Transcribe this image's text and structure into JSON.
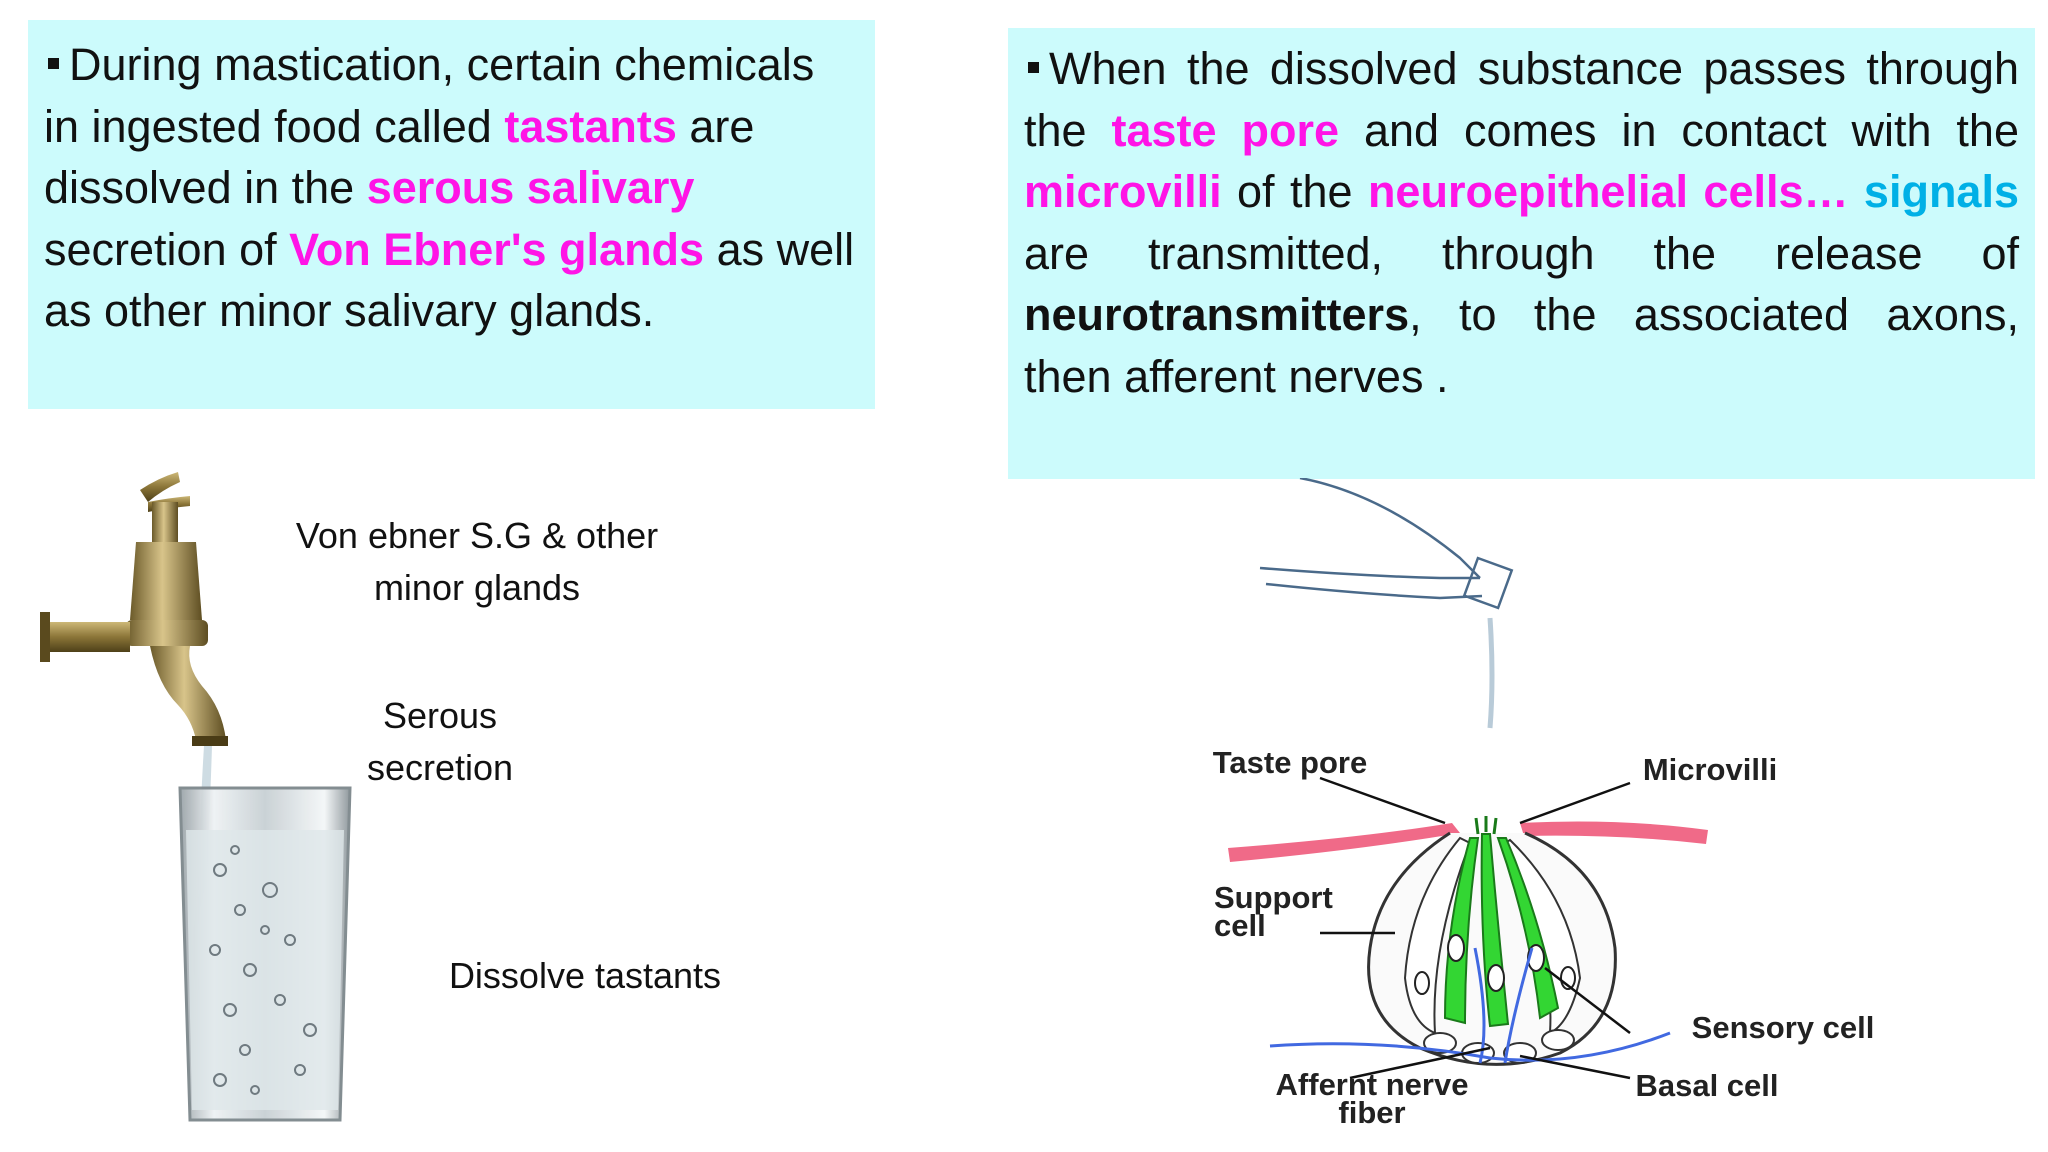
{
  "left_box": {
    "bullet": "▪",
    "t1": "During mastication, certain chemicals in ingested food called ",
    "tastants": "tastants",
    "t2": " are dissolved in the ",
    "serous": "serous salivary",
    "t3": " secretion of ",
    "vonebner": "Von Ebner's glands",
    "t4": " as well as other minor salivary glands."
  },
  "right_box": {
    "bullet": "▪",
    "t1": "When the dissolved substance passes through the ",
    "pore": "taste pore",
    "t2": " and comes in contact with the ",
    "microvilli": "microvilli",
    "t3": " of the ",
    "neuro": "neuroepithelial cells…",
    "t4": " ",
    "signals": "signals",
    "t5": " are transmitted, through the release of ",
    "neurotrans": "neurotransmitters",
    "t6": ", to the associated axons, then afferent nerves ."
  },
  "left_figure": {
    "label_glands_1": "Von ebner S.G & other",
    "label_glands_2": "minor glands",
    "label_secretion_1": "Serous",
    "label_secretion_2": "secretion",
    "label_tastants": "Dissolve tastants"
  },
  "right_figure": {
    "taste_pore": "Taste pore",
    "microvilli": "Microvilli",
    "support_1": "Support",
    "support_2": "cell",
    "sensory": "Sensory cell",
    "afferent_1": "Affernt nerve",
    "afferent_2": "fiber",
    "basal": "Basal cell"
  },
  "colors": {
    "box_bg": "#ccfbfc",
    "highlight_magenta": "#ff14e6",
    "highlight_cyan": "#00b0e6",
    "epithelium": "#f06a88",
    "sensory_green": "#33d633"
  }
}
